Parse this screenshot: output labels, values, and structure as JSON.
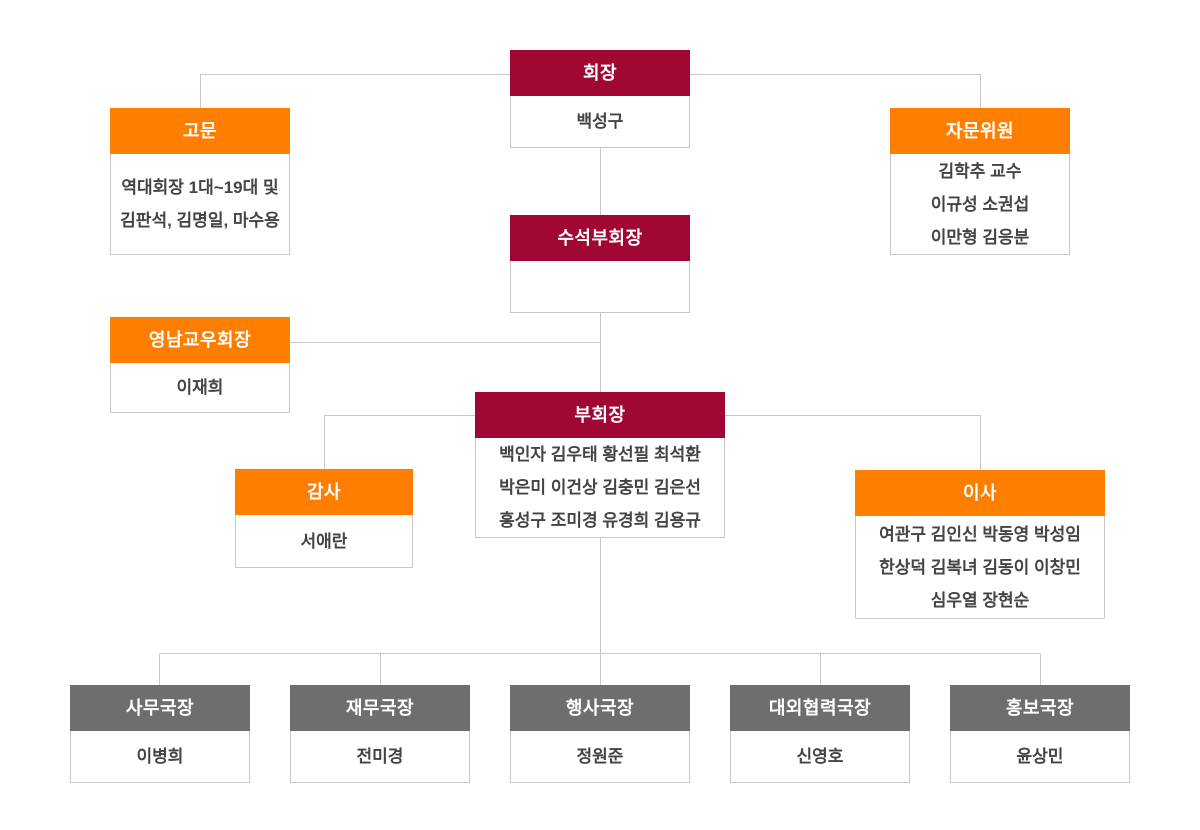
{
  "colors": {
    "maroon": "#A00732",
    "orange": "#FF7E00",
    "gray": "#6E6E6E",
    "line": "#C8C8C8",
    "body-text": "#444444"
  },
  "nodes": {
    "chairman": {
      "title": "회장",
      "lines": [
        "백성구"
      ]
    },
    "advisor": {
      "title": "고문",
      "lines": [
        "역대회장 1대~19대 및",
        "김판석, 김명일, 마수용"
      ]
    },
    "advisory_committee": {
      "title": "자문위원",
      "lines": [
        "김학추 교수",
        "이규성 소권섭",
        "이만형 김응분"
      ]
    },
    "senior_vice_chairman": {
      "title": "수석부회장",
      "lines": []
    },
    "yeongnam_chapter": {
      "title": "영남교우회장",
      "lines": [
        "이재희"
      ]
    },
    "vice_chairman": {
      "title": "부회장",
      "lines": [
        "백인자 김우태 황선필 최석환",
        "박은미 이건상 김충민 김은선",
        "홍성구 조미경 유경희 김용규"
      ]
    },
    "auditor": {
      "title": "감사",
      "lines": [
        "서애란"
      ]
    },
    "directors": {
      "title": "이사",
      "lines": [
        "여관구 김인신 박동영 박성임",
        "한상덕 김복녀 김동이 이창민",
        "심우열 장현순"
      ]
    },
    "secretary_general": {
      "title": "사무국장",
      "lines": [
        "이병희"
      ]
    },
    "finance_director": {
      "title": "재무국장",
      "lines": [
        "전미경"
      ]
    },
    "events_director": {
      "title": "행사국장",
      "lines": [
        "정원준"
      ]
    },
    "external_relations_director": {
      "title": "대외협력국장",
      "lines": [
        "신영호"
      ]
    },
    "pr_director": {
      "title": "홍보국장",
      "lines": [
        "윤상민"
      ]
    }
  }
}
